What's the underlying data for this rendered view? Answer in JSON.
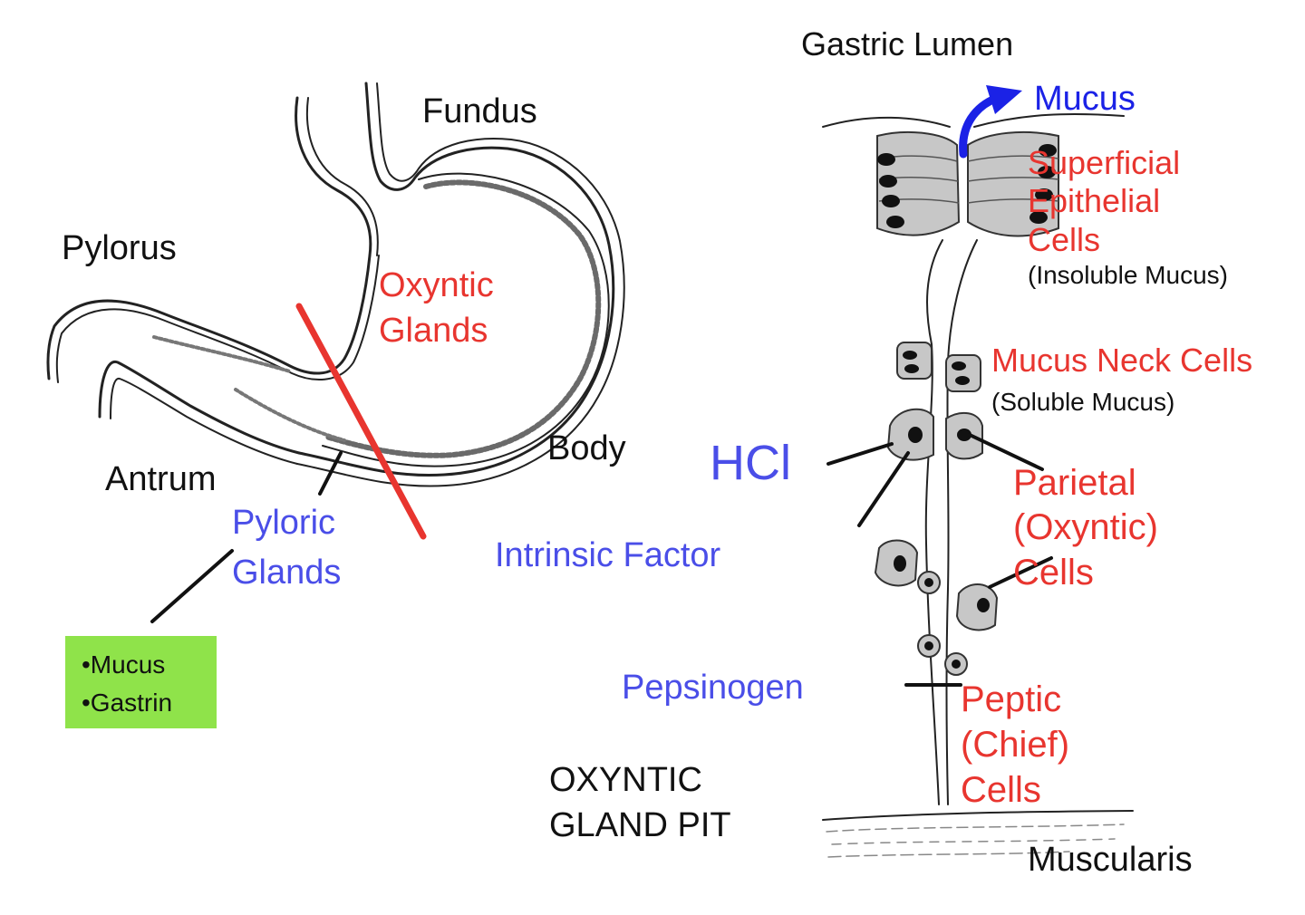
{
  "stomach": {
    "fundus": "Fundus",
    "pylorus": "Pylorus",
    "antrum": "Antrum",
    "body": "Body",
    "oxyntic_glands": [
      "Oxyntic",
      "Glands"
    ],
    "pyloric_glands": [
      "Pyloric",
      "Glands"
    ]
  },
  "pyloric_secretions": [
    "•Mucus",
    "•Gastrin"
  ],
  "gland": {
    "gastric_lumen": "Gastric Lumen",
    "mucus": "Mucus",
    "superficial_epithelial_cells": [
      "Superficial",
      "Epithelial",
      "Cells"
    ],
    "insoluble_mucus": "(Insoluble Mucus)",
    "mucus_neck_cells": "Mucus Neck Cells",
    "soluble_mucus": "(Soluble Mucus)",
    "hcl": "HCl",
    "parietal_cells": [
      "Parietal",
      "(Oxyntic)",
      "Cells"
    ],
    "intrinsic_factor": "Intrinsic Factor",
    "pepsinogen": "Pepsinogen",
    "peptic_cells": [
      "Peptic",
      "(Chief)",
      "Cells"
    ],
    "pit_title": [
      "OXYNTIC",
      "GLAND PIT"
    ],
    "muscularis": "Muscularis"
  },
  "colors": {
    "organ_label": "#e8352f",
    "secretion_label": "#4a4ee8",
    "mucus_arrow": "#1b22e6",
    "divider_line": "#e8352f",
    "secretion_box": "#8fe34a"
  }
}
